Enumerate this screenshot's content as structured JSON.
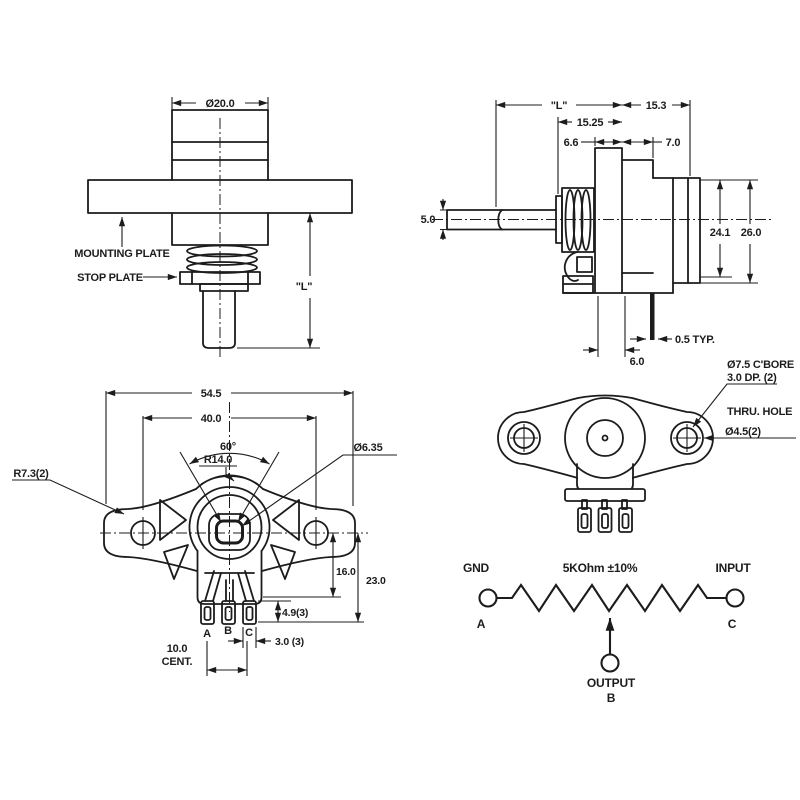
{
  "colors": {
    "ink": "#1c1c1c",
    "background": "#ffffff"
  },
  "front_view": {
    "shaft_dia": "Ø20.0",
    "mounting_plate": "MOUNTING PLATE",
    "stop_plate": "STOP PLATE",
    "length": "\"L\""
  },
  "side_view": {
    "length": "\"L\"",
    "rear_depth": "15.3",
    "bushing_depth": "15.25",
    "dim_6_6": "6.6",
    "dim_7_0": "7.0",
    "shaft_flat": "5.0",
    "height_inner": "24.1",
    "height_outer": "26.0",
    "terminal_thk": "0.5 TYP.",
    "terminal_off": "6.0"
  },
  "bottom_view": {
    "overall_width": "54.5",
    "hole_span": "40.0",
    "angle": "60°",
    "radius": "R14.0",
    "shaft_hole": "Ø6.35",
    "wing_radius": "R7.3(2)",
    "dim_16": "16.0",
    "dim_23": "23.0",
    "term_len": "4.9(3)",
    "term_wid": "3.0 (3)",
    "term_pitch": "10.0",
    "term_pitch2": "CENT.",
    "terminals": [
      "A",
      "B",
      "C"
    ]
  },
  "rear_view": {
    "cbore": "Ø7.5 C'BORE",
    "cbore_depth": "3.0 DP. (2)",
    "thru_hole": "THRU. HOLE",
    "thru_dia": "Ø4.5(2)"
  },
  "schematic": {
    "gnd": "GND",
    "value": "5KOhm ±10%",
    "input": "INPUT",
    "output": "OUTPUT",
    "a": "A",
    "b": "B",
    "c": "C"
  }
}
